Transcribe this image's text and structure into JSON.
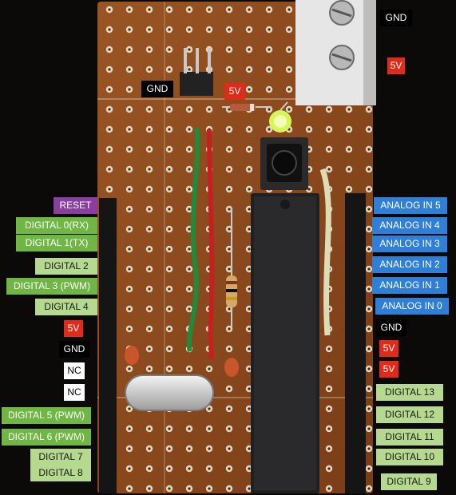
{
  "colors": {
    "board": "#8a4a1f",
    "label_digital": "#6fb644",
    "label_digital_light": "#b4d98f",
    "label_analog": "#2f7fd8",
    "label_gnd": "#000000",
    "label_5v": "#e02a1a",
    "label_reset": "#8a3fa0",
    "label_nc": "#ffffff"
  },
  "labels": {
    "top_gnd": "GND",
    "top_5v": "5V",
    "mid_gnd": "GND",
    "mid_5v": "5V",
    "reset": "RESET",
    "d0": "DIGITAL 0(RX)",
    "d1": "DIGITAL 1(TX)",
    "d2": "DIGITAL 2",
    "d3": "DIGITAL 3 (PWM)",
    "d4": "DIGITAL 4",
    "left_5v": "5V",
    "left_gnd": "GND",
    "nc1": "NC",
    "nc2": "NC",
    "d5": "DIGITAL 5 (PWM)",
    "d6": "DIGITAL 6 (PWM)",
    "d7": "DIGITAL 7",
    "d8": "DIGITAL 8",
    "a5": "ANALOG IN 5",
    "a4": "ANALOG IN 4",
    "a3": "ANALOG IN 3",
    "a2": "ANALOG IN 2",
    "a1": "ANALOG IN 1",
    "a0": "ANALOG IN 0",
    "right_gnd": "GND",
    "right_5v_1": "5V",
    "right_5v_2": "5V",
    "d13": "DIGITAL 13",
    "d12": "DIGITAL 12",
    "d11": "DIGITAL 11",
    "d10": "DIGITAL 10",
    "d9": "DIGITAL 9"
  }
}
